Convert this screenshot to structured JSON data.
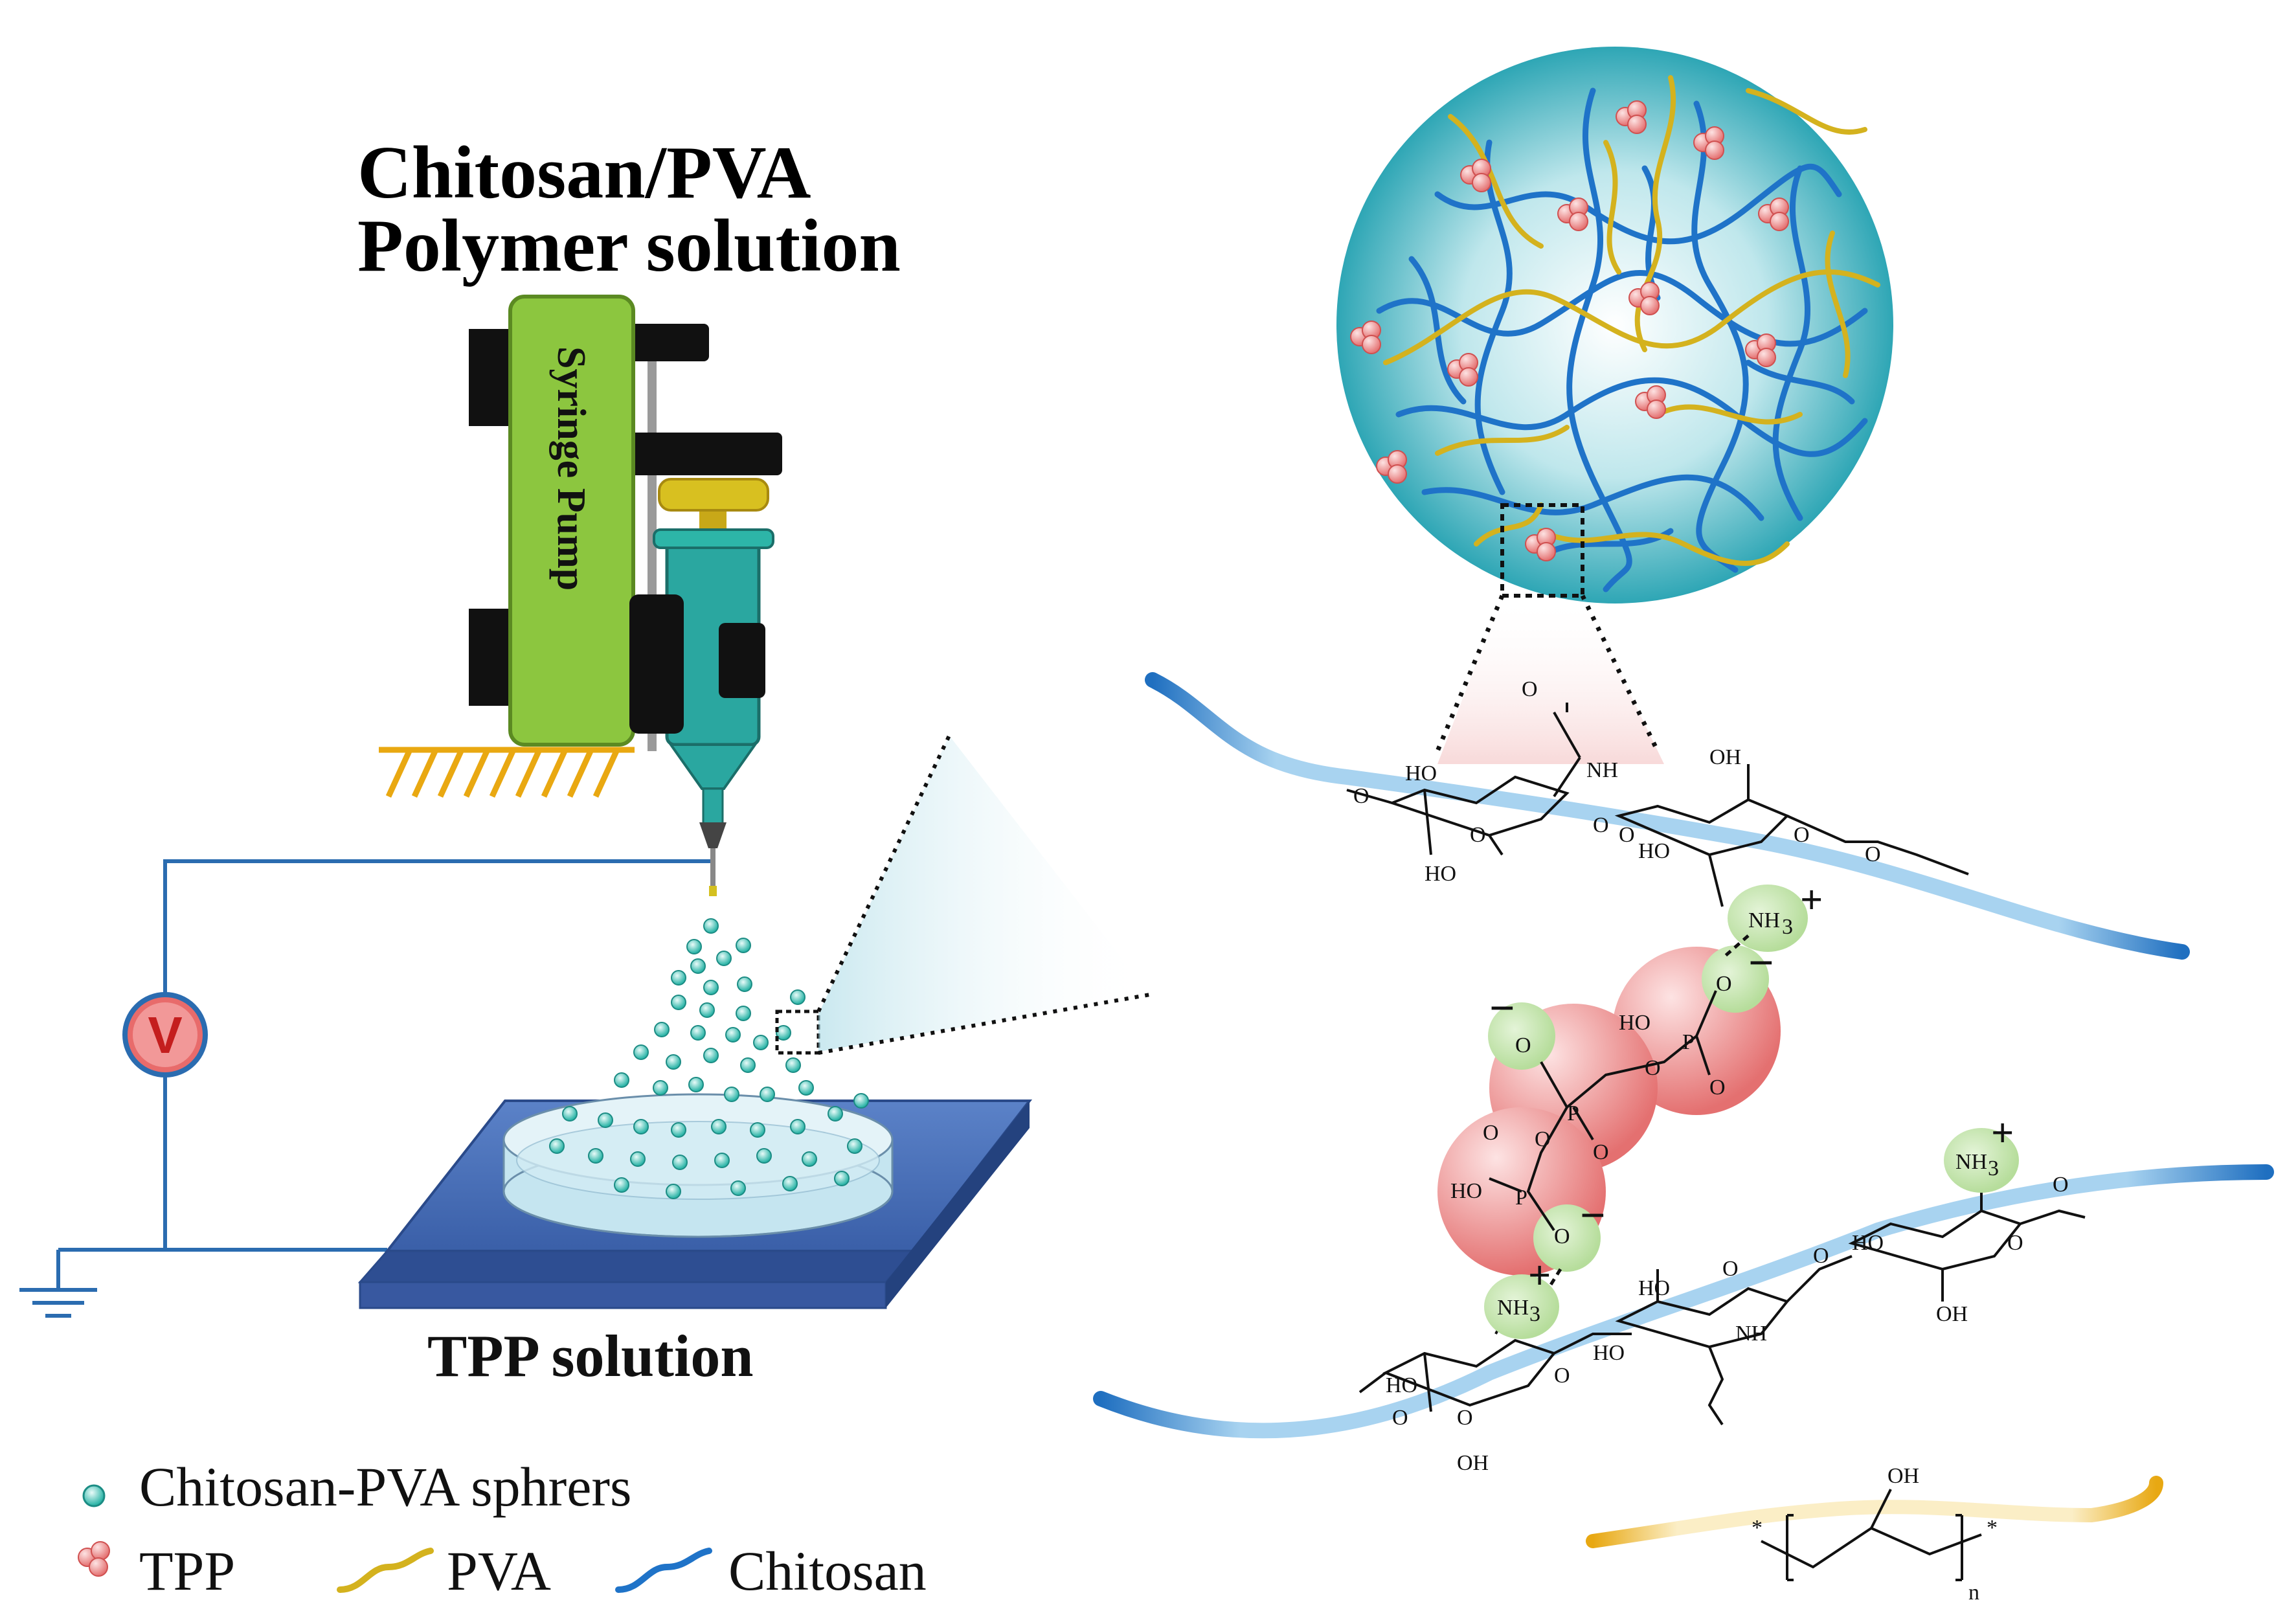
{
  "title": {
    "line1": "Chitosan/PVA",
    "line2": "Polymer solution"
  },
  "pump": {
    "label": "Syringe Pump"
  },
  "power": {
    "symbol": "V"
  },
  "bath": {
    "label": "TPP solution"
  },
  "legend": {
    "spheres": "Chitosan-PVA sphrers",
    "tpp": "TPP",
    "pva": "PVA",
    "chitosan": "Chitosan"
  },
  "chem": {
    "ho": "HO",
    "oh": "OH",
    "o": "O",
    "nh": "NH",
    "nh3": "NH",
    "sub3": "3",
    "p": "P",
    "plus": "+",
    "minus": "−",
    "n": "n",
    "star": "*"
  },
  "colors": {
    "pump_body": "#8cc63f",
    "pump_block": "#111111",
    "syringe": "#2aa7a0",
    "plunger": "#d8c020",
    "wire": "#2b6cb0",
    "voltmeter": "#e86b6b",
    "plate": "#4169b4",
    "dish": "#cfe9f3",
    "sphere": "#2db5a8",
    "tpp": "#f08080",
    "pva": "#d4b21e",
    "chitosan": "#1f73c8",
    "green_node": "#c5e6b0",
    "red_node": "#f29a9a"
  }
}
